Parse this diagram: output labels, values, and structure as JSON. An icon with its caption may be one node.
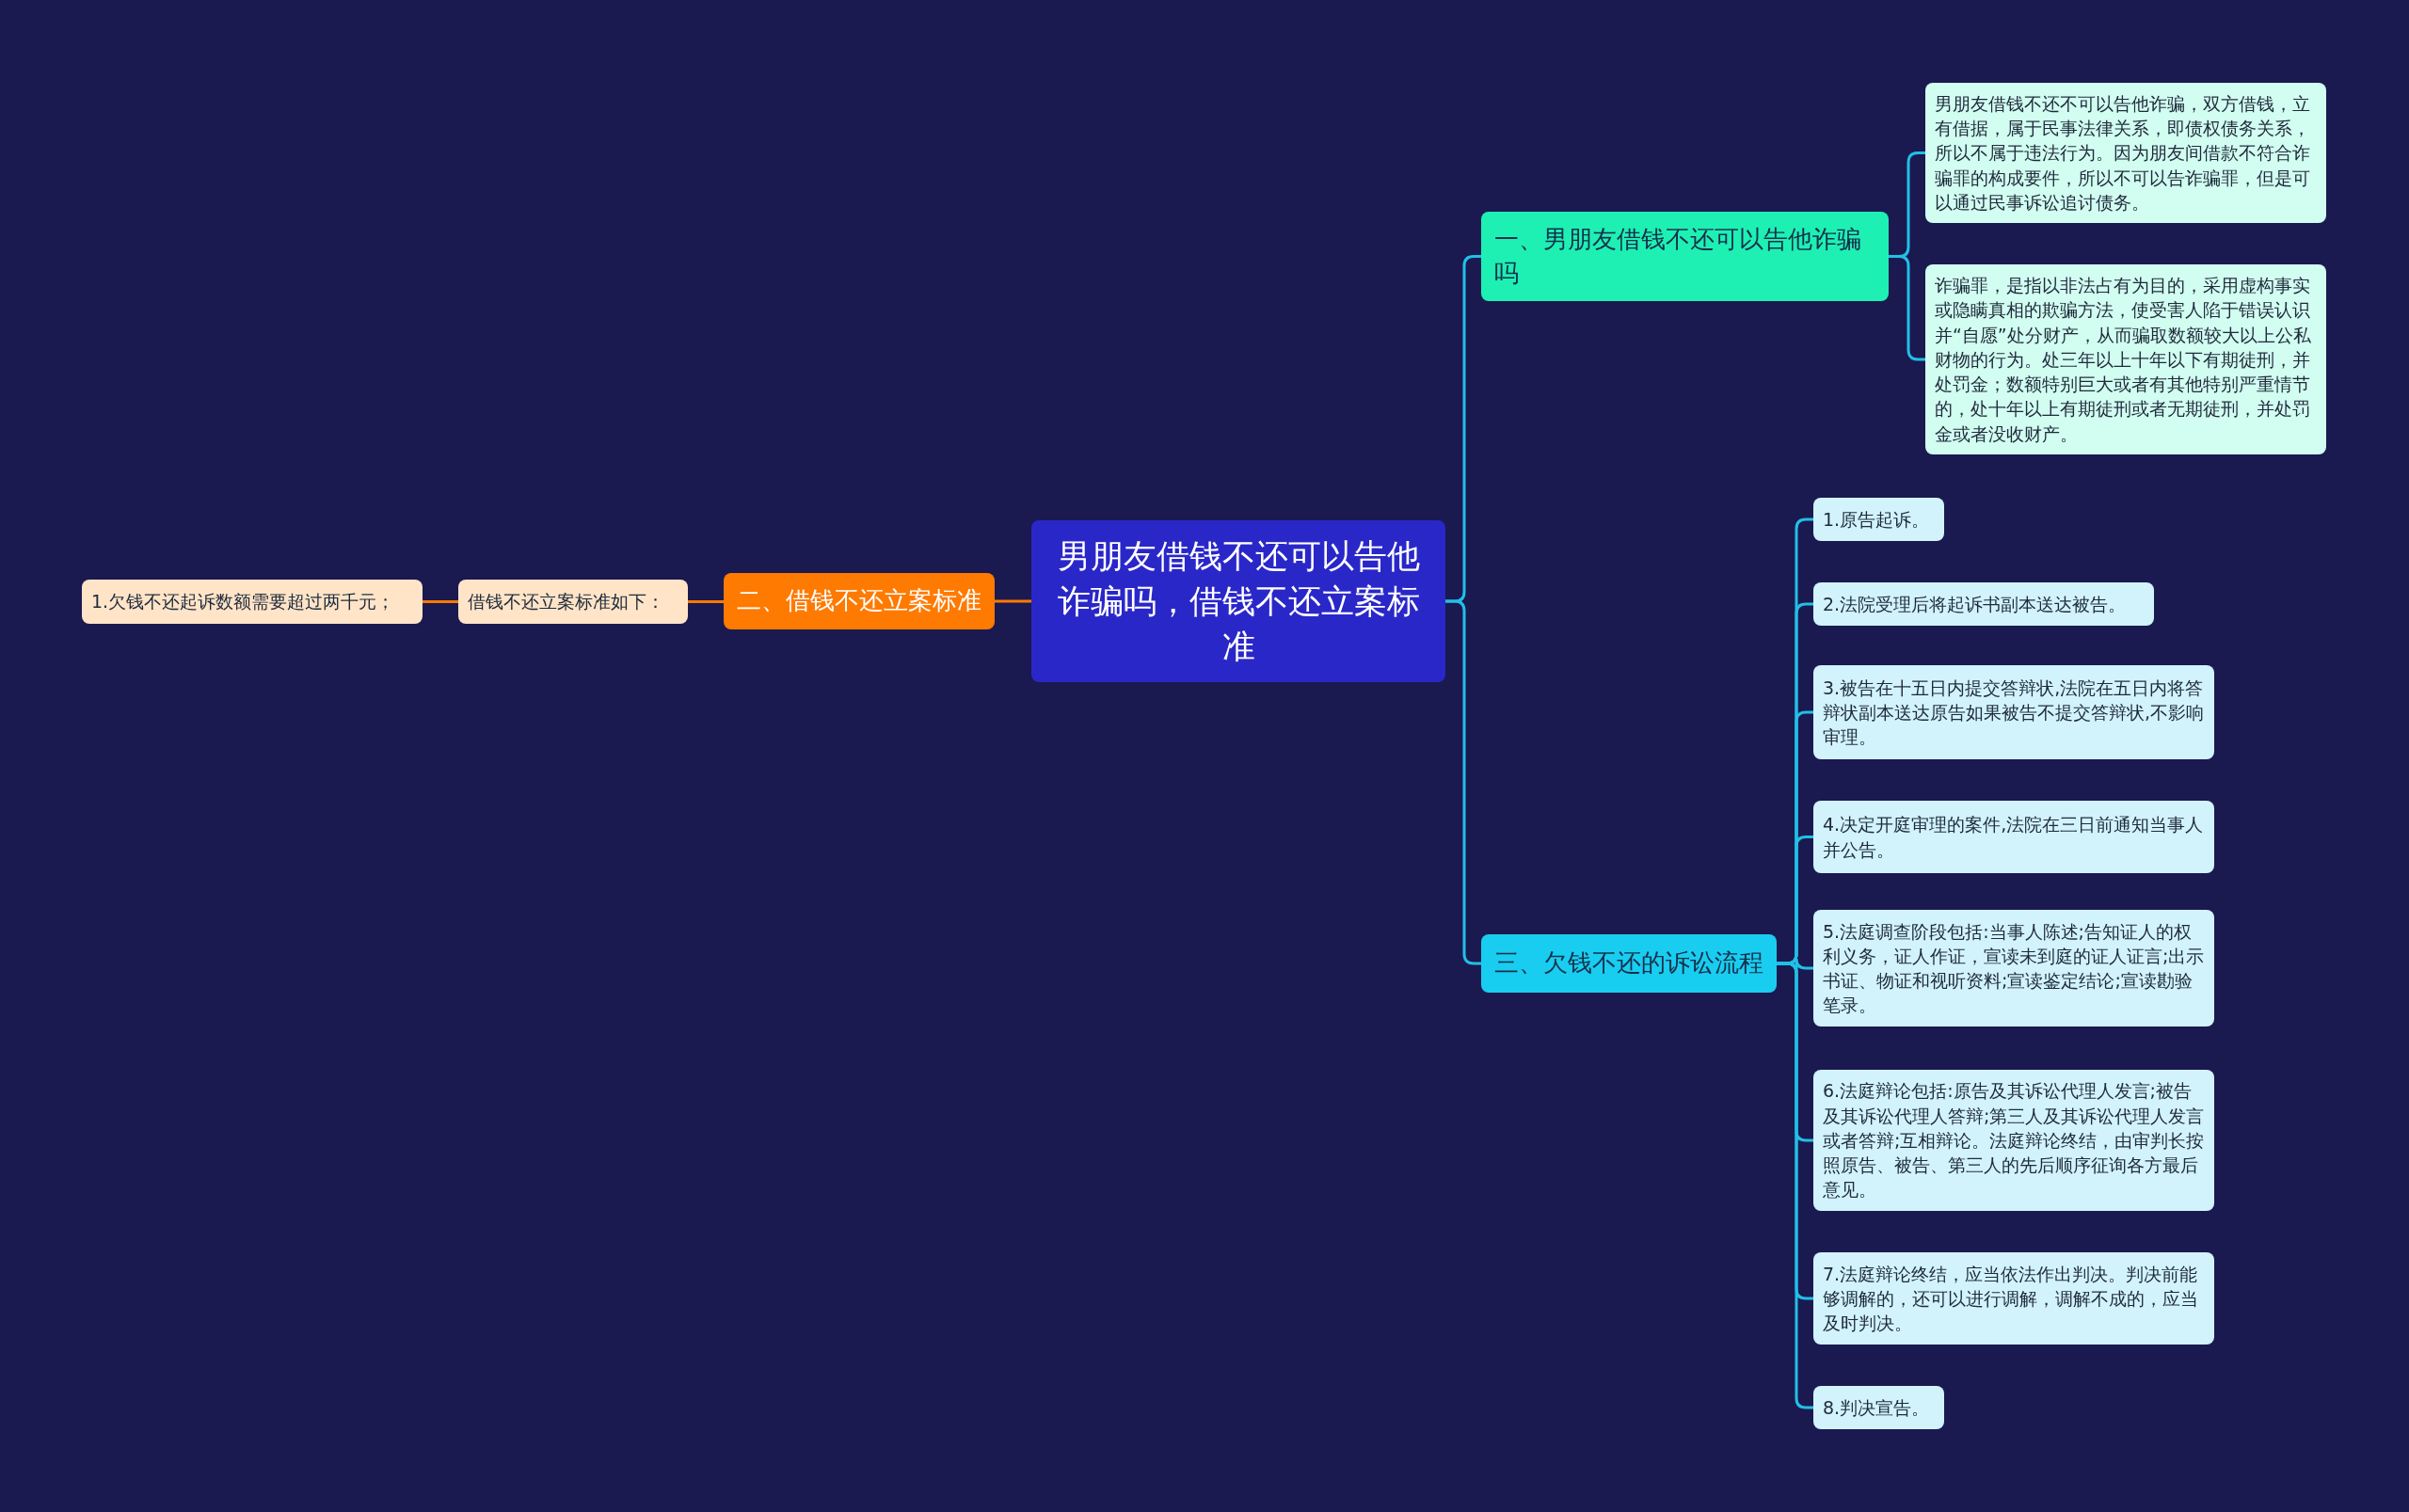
{
  "diagram": {
    "nodes": [
      {
        "text": [
          "男朋友借钱不还可以告他诈骗吗，借钱不还立案标准"
        ]
      },
      {
        "text": [
          "一、男朋友借钱不还可以告他诈骗吗"
        ]
      },
      {
        "text": [
          "男朋友借钱不还不可以告他诈骗，双方借钱，立有借据，属于民事法律关系，即债权债务关系，所以不属于违法行为。因为朋友间借款不符合诈骗罪的构成要件，所以不可以告诈骗罪，但是可以通过民事诉讼追讨债务。"
        ]
      },
      {
        "text": [
          "诈骗罪，是指以非法占有为目的，采用虚构事实或隐瞒真相的欺骗方法，使受害人陷于错误认识并“自愿”处分财产，从而骗取数额较大以上公私财物的行为。处三年以上十年以下有期徒刑，并处罚金；数额特别巨大或者有其他特别严重情节的，处十年以上有期徒刑或者无期徒刑，并处罚金或者没收财产。"
        ]
      },
      {
        "text": [
          "二、借钱不还立案标准"
        ]
      },
      {
        "text": [
          "借钱不还立案标准如下："
        ]
      },
      {
        "text": [
          "1.欠钱不还起诉数额需要超过两千元；"
        ]
      },
      {
        "text": [
          "三、欠钱不还的诉讼流程"
        ]
      },
      {
        "text": [
          "1.原告起诉。"
        ]
      },
      {
        "text": [
          "2.法院受理后将起诉书副本送达被告。"
        ]
      },
      {
        "text": [
          "3.被告在十五日内提交答辩状,法院在五日内将答辩状副本送达原告如果被告不提交答辩状,不影响审理。"
        ]
      },
      {
        "text": [
          "4.决定开庭审理的案件,法院在三日前通知当事人并公告。"
        ]
      },
      {
        "text": [
          "5.法庭调查阶段包括:当事人陈述;告知证人的权利义务，证人作证，宣读未到庭的证人证言;出示书证、物证和视听资料;宣读鉴定结论;宣读勘验笔录。"
        ]
      },
      {
        "text": [
          "6.法庭辩论包括:原告及其诉讼代理人发言;被告及其诉讼代理人答辩;第三人及其诉讼代理人发言或者答辩;互相辩论。法庭辩论终结，由审判长按照原告、被告、第三人的先后顺序征询各方最后意见。"
        ]
      },
      {
        "text": [
          "7.法庭辩论终结，应当依法作出判决。判决前能够调解的，还可以进行调解，调解不成的，应当及时判决。"
        ]
      },
      {
        "text": [
          "8.判决宣告。"
        ]
      }
    ],
    "edges": [
      {
        "from": 0,
        "to": 1,
        "arrow": "none"
      },
      {
        "from": 1,
        "to": 2,
        "arrow": "none"
      },
      {
        "from": 1,
        "to": 3,
        "arrow": "none"
      },
      {
        "from": 0,
        "to": 4,
        "arrow": "none",
        "color": "#ff7a00"
      },
      {
        "from": 4,
        "to": 5,
        "arrow": "none",
        "color": "#ff7a00"
      },
      {
        "from": 5,
        "to": 6,
        "arrow": "none",
        "color": "#ff7a00"
      },
      {
        "from": 0,
        "to": 7,
        "arrow": "none"
      },
      {
        "from": 7,
        "to": 8,
        "arrow": "none"
      },
      {
        "from": 7,
        "to": 9,
        "arrow": "none"
      },
      {
        "from": 7,
        "to": 10,
        "arrow": "none"
      },
      {
        "from": 7,
        "to": 11,
        "arrow": "none"
      },
      {
        "from": 7,
        "to": 12,
        "arrow": "none"
      },
      {
        "from": 7,
        "to": 13,
        "arrow": "none"
      },
      {
        "from": 7,
        "to": 14,
        "arrow": "none"
      },
      {
        "from": 7,
        "to": 15,
        "arrow": "none"
      }
    ]
  }
}
